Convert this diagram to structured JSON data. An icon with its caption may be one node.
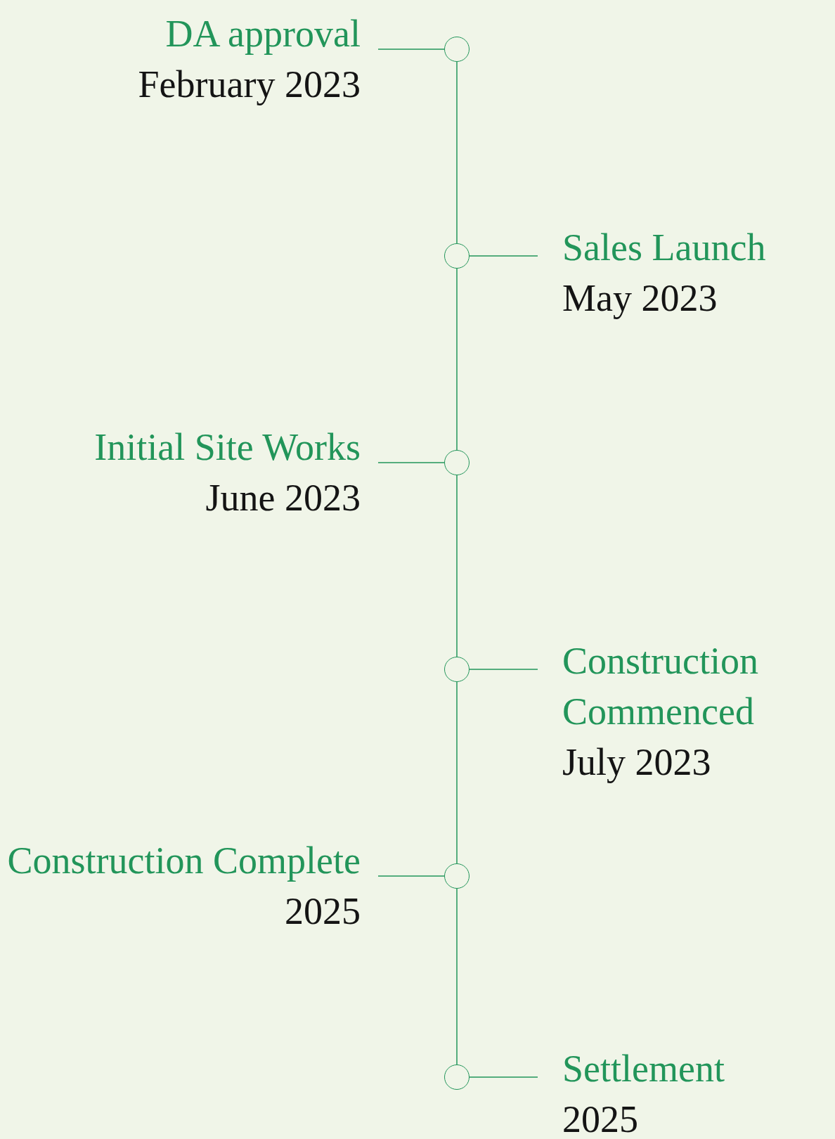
{
  "diagram": {
    "nodes": [
      {
        "text": [
          "DA approval",
          "February 2023"
        ]
      },
      {
        "text": [],
        "shape": "circle"
      },
      {
        "text": [],
        "shape": "circle"
      },
      {
        "text": [
          "Sales Launch",
          "May 2023"
        ]
      },
      {
        "text": [
          "Initial Site Works",
          "June 2023"
        ]
      },
      {
        "text": [],
        "shape": "circle"
      },
      {
        "text": [],
        "shape": "circle"
      },
      {
        "text": [
          "Construction Commenced",
          "July 2023"
        ]
      },
      {
        "text": [
          "Construction Complete",
          "2025"
        ]
      },
      {
        "text": [],
        "shape": "circle"
      },
      {
        "text": [],
        "shape": "circle"
      },
      {
        "text": [
          "Settlement",
          "2025"
        ]
      }
    ],
    "edges": [
      {
        "from": 0,
        "to": 1,
        "arrow": "none"
      },
      {
        "from": 1,
        "to": 2,
        "arrow": "none"
      },
      {
        "from": 3,
        "to": 2,
        "arrow": "none"
      },
      {
        "from": 2,
        "to": 5,
        "arrow": "none"
      },
      {
        "from": 4,
        "to": 5,
        "arrow": "none"
      },
      {
        "from": 5,
        "to": 6,
        "arrow": "none"
      },
      {
        "from": 7,
        "to": 6,
        "arrow": "none"
      },
      {
        "from": 6,
        "to": 9,
        "arrow": "none"
      },
      {
        "from": 8,
        "to": 9,
        "arrow": "none"
      },
      {
        "from": 9,
        "to": 10,
        "arrow": "none"
      },
      {
        "from": 11,
        "to": 10,
        "arrow": "none"
      }
    ]
  }
}
